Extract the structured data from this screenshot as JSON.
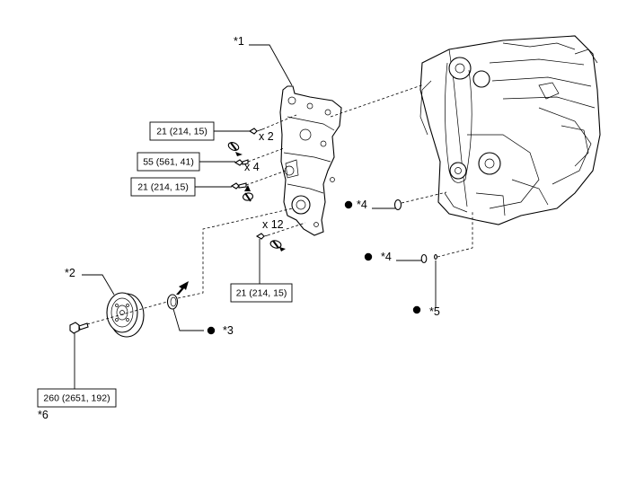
{
  "callouts": {
    "c1": "*1",
    "c2": "*2",
    "c3": "*3",
    "c4a": "*4",
    "c4b": "*4",
    "c5": "*5",
    "c6": "*6"
  },
  "torque": {
    "t1": "21 (214, 15)",
    "t2": "55 (561, 41)",
    "t3": "21 (214, 15)",
    "t4": "21 (214, 15)",
    "t5": "260 (2651, 192)"
  },
  "quantities": {
    "q1": "x 2",
    "q2": "x 4",
    "q3": "x 12"
  },
  "icons": {
    "bullet": "filled-circle-icon",
    "install": "install-arrow-icon",
    "seal": "seal-ring-icon"
  }
}
